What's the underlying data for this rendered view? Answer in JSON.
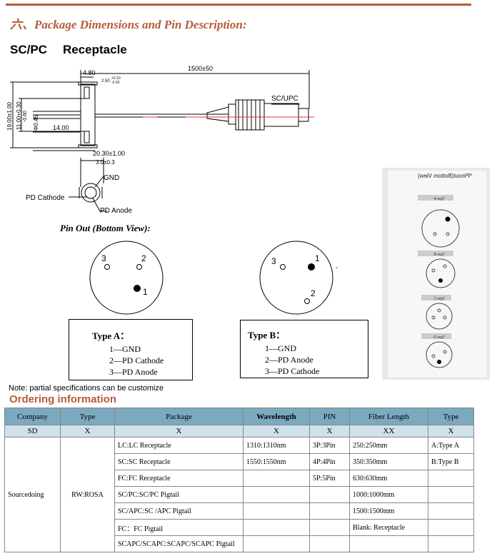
{
  "section": {
    "number": "六、",
    "title": "Package Dimensions and Pin Description:"
  },
  "product": {
    "model": "SC/PC",
    "kind": "Receptacle"
  },
  "drawing": {
    "len_total": "1500±50",
    "dim_480": "4.80",
    "dim_250": "2.50",
    "tol_plus": "+0.10",
    "tol_minus": "-0.20",
    "connector": "SC/UPC",
    "dim_1900": "19.00±1.00",
    "dim_1100": "11.00+0.30",
    "dim_1100b": "-0.60",
    "dim_045": "Φ0.45",
    "dim_1400": "14.00",
    "dim_2030": "20.30±1.00",
    "dim_30": "3.0±0.3",
    "gnd": "GND",
    "pd_cathode": "PD Cathode",
    "pd_anode": "PD Anode"
  },
  "pinout_title": "Pin Out (Bottom View):",
  "type_a": {
    "pins": [
      "3",
      "2",
      "1"
    ],
    "title": "Type A：",
    "lines": [
      "1—GND",
      "2—PD Cathode",
      "3—PD Anode"
    ]
  },
  "type_b": {
    "pins": [
      "3",
      "1",
      "2"
    ],
    "dash": "-",
    "title": "Type B：",
    "lines": [
      "1—GND",
      "2—PD Anode",
      "3—PD Cathode"
    ]
  },
  "photo": {
    "header": "*Pinout(Bottom View)",
    "labels": [
      "Type A",
      "Type B",
      "Type C",
      "Type D"
    ]
  },
  "note": "Note: partial specifications can be customize",
  "ordering_title": "Ordering information",
  "table": {
    "headers": [
      "Company",
      "Type",
      "Package",
      "Wavelength",
      "PIN",
      "Fiber Length",
      "Type"
    ],
    "x_row": [
      "SD",
      "X",
      "X",
      "X",
      "X",
      "XX",
      "X"
    ],
    "company": "Sourcedoing",
    "type": "RW:ROSA",
    "package": [
      "LC:LC Receptacle",
      "SC:SC Receptacle",
      "FC:FC Receptacle",
      "SC/PC:SC/PC Pigtail",
      "SC/APC:SC /APC Pigtail",
      "FC：FC Pigtail",
      "SCAPC/SCAPC:SCAPC/SCAPC Pigtail"
    ],
    "wavelength": [
      "1310:1310nm",
      "1550:1550nm",
      "",
      "",
      "",
      "",
      ""
    ],
    "pin": [
      "3P:3Pin",
      "4P:4Pin",
      "5P:5Pin",
      "",
      "",
      "",
      ""
    ],
    "fiber": [
      "250:250mm",
      "350:350mm",
      "630:630mm",
      "1000:1000mm",
      "1500:1500mm",
      "Blank: Receptacle",
      ""
    ],
    "type2": [
      "A:Type A",
      "B:Type B",
      "",
      "",
      "",
      "",
      ""
    ]
  }
}
